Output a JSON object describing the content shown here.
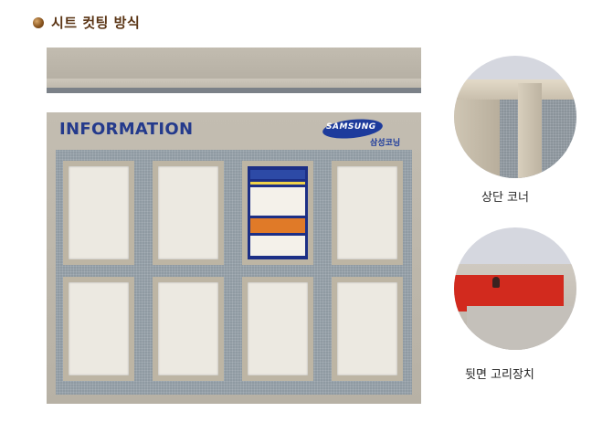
{
  "section": {
    "heading": "시트 컷팅 방식",
    "bullet_color": "#8a5620"
  },
  "board": {
    "title": "INFORMATION",
    "logo_word": "SAMSUNG",
    "logo_sub": "삼성코닝",
    "title_color": "#243a8c",
    "frames_top_row": 4,
    "frames_bottom_row": 4
  },
  "details": {
    "top_corner_caption": "상단 코너",
    "back_hanger_caption": "뒷면 고리장치",
    "accent_red": "#d22a1e"
  }
}
